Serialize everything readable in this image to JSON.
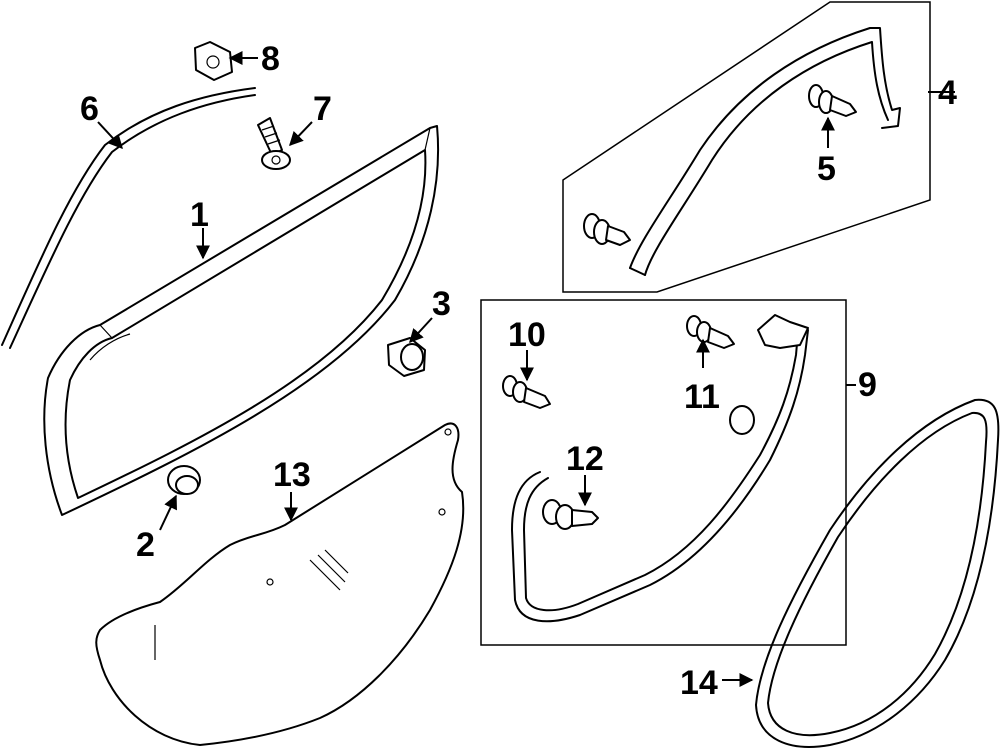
{
  "diagram": {
    "callouts": {
      "c1": "1",
      "c2": "2",
      "c3": "3",
      "c4": "4",
      "c5": "5",
      "c6": "6",
      "c7": "7",
      "c8": "8",
      "c9": "9",
      "c10": "10",
      "c11": "11",
      "c12": "12",
      "c13": "13",
      "c14": "14"
    },
    "colors": {
      "line": "#000000",
      "background": "#ffffff"
    }
  }
}
